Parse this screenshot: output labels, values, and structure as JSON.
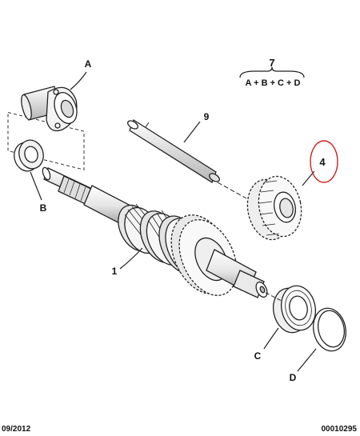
{
  "callouts": {
    "a": "A",
    "b": "B",
    "c": "C",
    "d": "D",
    "p1": "1",
    "p4": "4",
    "p7": "7",
    "p9": "9"
  },
  "formula": "A + B + C + D",
  "footer": {
    "date": "09/2012",
    "ref": "00010295"
  },
  "colors": {
    "highlight": "#cc2222",
    "line": "#222222",
    "fill": "#ffffff",
    "shade": "#cfcfcf"
  }
}
